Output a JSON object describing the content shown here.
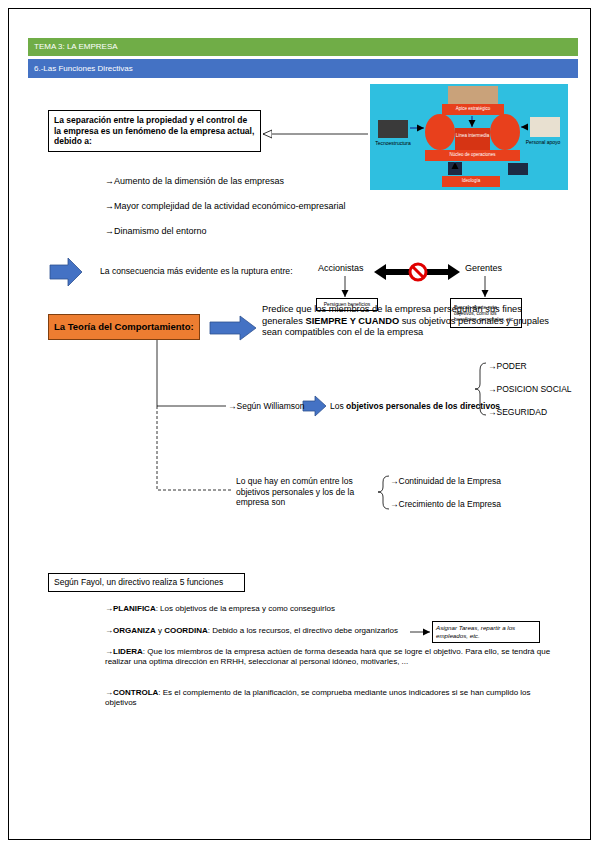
{
  "diagram": {
    "nodes": [
      {
        "text": [
          "TEMA 3: LA EMPRESA"
        ]
      },
      {
        "text": [
          "6.-Las Funciones Directivas"
        ]
      },
      {
        "text": [
          "La separación entre la propiedad y el control de la empresa es un fenómeno de la empresa actual, debido a:"
        ]
      },
      {
        "text": [
          "Persiguen beneficios"
        ]
      },
      {
        "text": [
          "Buscan aparte más objetivos, como los beneficios, personales, etc."
        ]
      },
      {
        "text": [
          "La Teoría del Comportamiento:"
        ]
      },
      {
        "text": [
          "Según Fayol, un directivo realiza 5 funciones"
        ]
      },
      {
        "text": [
          "Asignar Tareas, repartir a los empleados, etc."
        ]
      }
    ],
    "labels": [
      "Apice estratégico",
      "Tecnoestructura",
      "Personal apoyo",
      "Línea intermedia",
      "Núcleo de operaciones",
      "Ideología",
      "→Aumento de la dimensión de las empresas",
      "→Mayor complejidad de la actividad económico-empresarial",
      "→Dinamismo del entorno",
      "La consecuencia más evidente es la ruptura entre:",
      "Accionistas",
      "Gerentes",
      "Predice que los miembros de la empresa perseguirán sus fines generales",
      "SIEMPRE Y CUANDO",
      "sus objetivos personales y grupales sean compatibles con el de la empresa",
      "→Según Williamson",
      "Los",
      "objetivos personales de los directivos",
      "→PODER",
      "→POSICION SOCIAL",
      "→SEGURIDAD",
      "Lo que hay en común entre los objetivos personales y los de la empresa son",
      "→Continuidad de la Empresa",
      "→Crecimiento de la Empresa",
      "→PLANIFICA",
      ": Los objetivos de la empresa y como conseguirlos",
      "→ORGANIZA",
      "y",
      "COORDINA",
      ": Debido a los recursos, el directivo debe organizarlos",
      "→LIDERA",
      ": Que los miembros de la empresa actúen de forma deseada hará que se logre el objetivo. Para ello, se tendrá que realizar una optima dirección en RRHH, seleccionar al personal idóneo, motivarles, ...",
      "→CONTROLA",
      ": Es el complemento de la planificación, se comprueba mediante unos indicadores si se han cumplido los objetivos"
    ]
  }
}
